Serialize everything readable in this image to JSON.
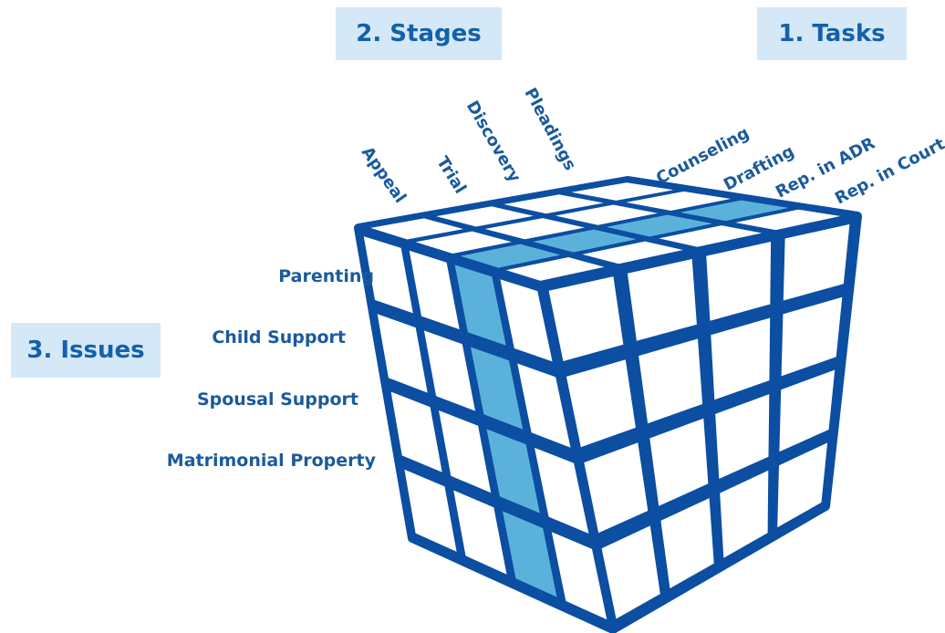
{
  "headers": {
    "stages": "2. Stages",
    "tasks": "1. Tasks",
    "issues": "3. Issues"
  },
  "stages": [
    "Appeal",
    "Trial",
    "Discovery",
    "Pleadings"
  ],
  "tasks": [
    "Counseling",
    "Drafting",
    "Rep. in ADR",
    "Rep. in Court"
  ],
  "issues": [
    "Parenting",
    "Child Support",
    "Spousal Support",
    "Matrimonial Property"
  ],
  "colors": {
    "outline": "#0b4ea2",
    "highlight": "#5ab2db",
    "cell": "#ffffff",
    "header_bg": "#d4e8f7",
    "text": "#1a5a9c"
  },
  "highlight": {
    "left_face_column": 2,
    "top_face_row_from_front": 1
  }
}
